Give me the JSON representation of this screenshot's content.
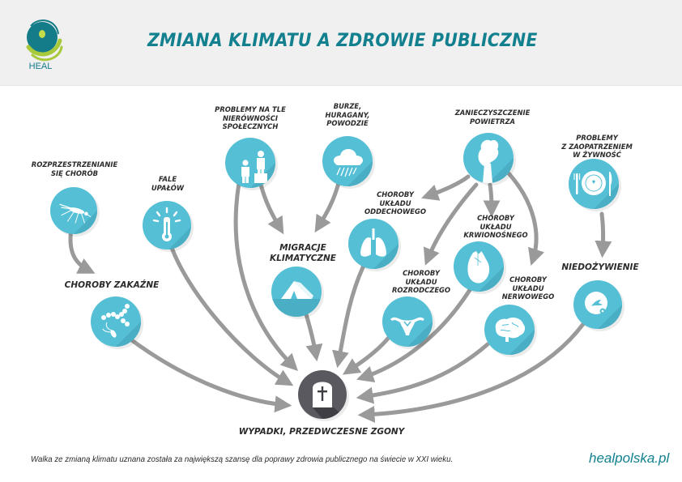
{
  "header": {
    "logo_text": "HEAL",
    "title": "ZMIANA KLIMATU A ZDROWIE PUBLICZNE"
  },
  "colors": {
    "brand_teal": "#12808f",
    "node_blue": "#55bfd5",
    "node_dark": "#5a5960",
    "arrow_gray": "#9a9a9a",
    "logo_green": "#a8c93a",
    "header_bg": "#f0f0f0"
  },
  "nodes": {
    "disease_spread": {
      "lines": [
        "ROZPRZESTRZENIANIE",
        "SIĘ CHORÓB"
      ],
      "icon": "mosquito-icon"
    },
    "heat_waves": {
      "lines": [
        "FALE",
        "UPAŁÓW"
      ],
      "icon": "thermometer-icon"
    },
    "social_inequality": {
      "lines": [
        "PROBLEMY NA TLE",
        "NIERÓWNOŚCI",
        "SPOŁECZNYCH"
      ],
      "icon": "people-podium-icon"
    },
    "storms": {
      "lines": [
        "BURZE,",
        "HURAGANY,",
        "POWODZIE"
      ],
      "icon": "rain-cloud-icon"
    },
    "air_pollution": {
      "lines": [
        "ZANIECZYSZCZENIE",
        "POWIETRZA"
      ],
      "icon": "smokestack-icon"
    },
    "food_supply": {
      "lines": [
        "PROBLEMY",
        "Z ZAOPATRZENIEM",
        "W ŻYWNOŚĆ"
      ],
      "icon": "plate-cutlery-icon"
    },
    "infectious_diseases": {
      "lines": [
        "CHOROBY ZAKAŹNE"
      ],
      "icon": "bacteria-icon"
    },
    "climate_migration": {
      "lines": [
        "MIGRACJE",
        "KLIMATYCZNE"
      ],
      "icon": "tent-icon"
    },
    "respiratory": {
      "lines": [
        "CHOROBY",
        "UKŁADU",
        "ODDECHOWEGO"
      ],
      "icon": "lungs-icon"
    },
    "circulatory": {
      "lines": [
        "CHOROBY",
        "UKŁADU",
        "KRWIONOŚNEGO"
      ],
      "icon": "heart-icon"
    },
    "reproductive": {
      "lines": [
        "CHOROBY",
        "UKŁADU",
        "ROZRODCZEGO"
      ],
      "icon": "uterus-icon"
    },
    "nervous": {
      "lines": [
        "CHOROBY",
        "UKŁADU",
        "NERWOWEGO"
      ],
      "icon": "brain-icon"
    },
    "malnutrition": {
      "lines": [
        "NIEDOŻYWIENIE"
      ],
      "icon": "fish-bone-plate-icon"
    },
    "deaths": {
      "lines": [
        "WYPADKI, PRZEDWCZESNE ZGONY"
      ],
      "icon": "tombstone-icon"
    }
  },
  "footer": {
    "text": "Walka ze zmianą klimatu uznana została za największą szansę dla poprawy zdrowia publicznego na świecie w XXI wieku.",
    "link": "healpolska.pl"
  }
}
